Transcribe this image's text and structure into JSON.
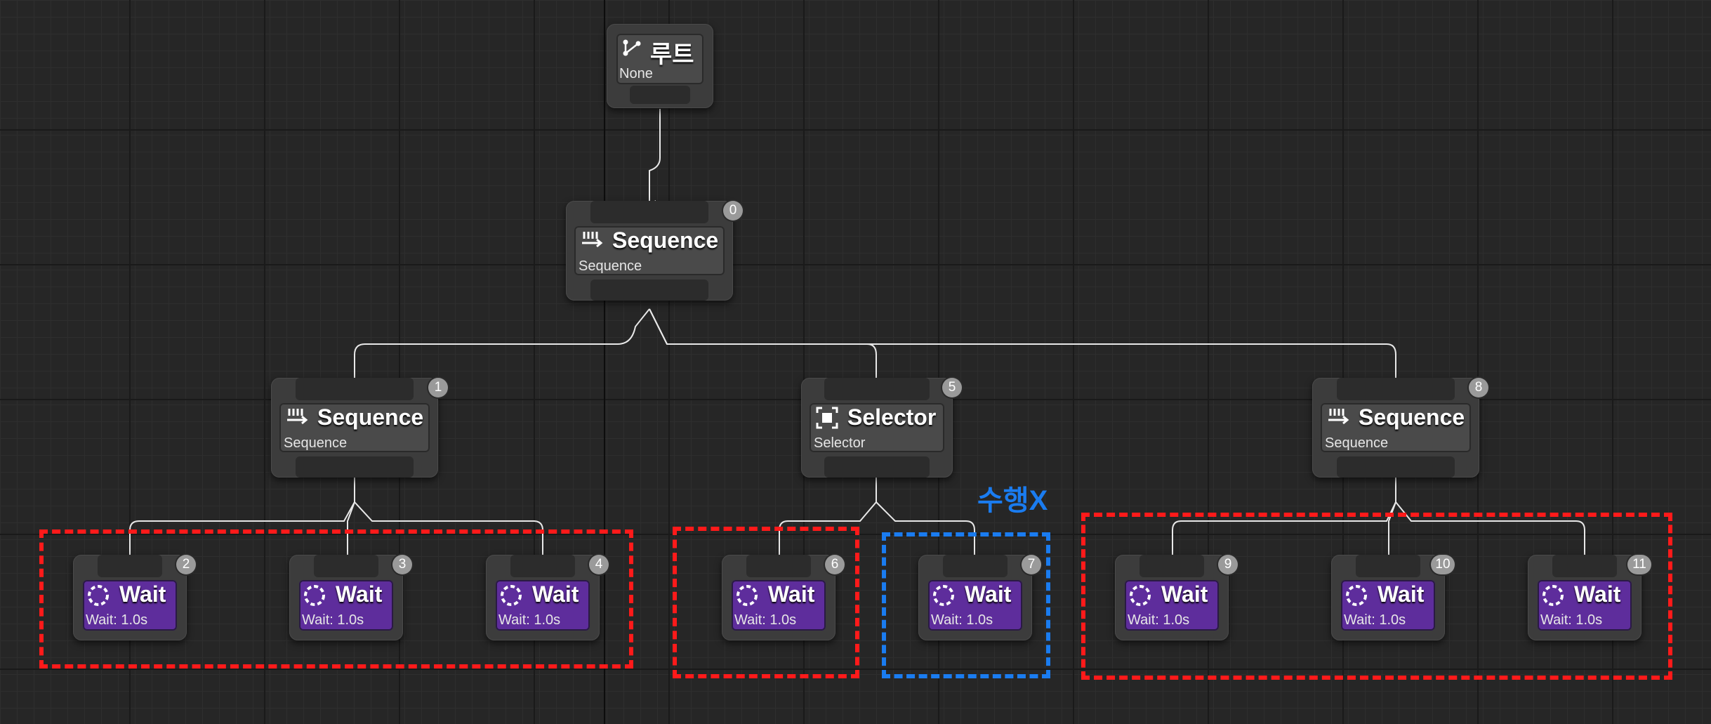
{
  "root": {
    "title": "루트",
    "subtitle": "None",
    "icon": "tree-icon"
  },
  "nodes": {
    "seq0": {
      "title": "Sequence",
      "subtitle": "Sequence",
      "index": "0",
      "icon": "sequence-icon"
    },
    "seq1": {
      "title": "Sequence",
      "subtitle": "Sequence",
      "index": "1",
      "icon": "sequence-icon"
    },
    "sel5": {
      "title": "Selector",
      "subtitle": "Selector",
      "index": "5",
      "icon": "selector-icon"
    },
    "seq8": {
      "title": "Sequence",
      "subtitle": "Sequence",
      "index": "8",
      "icon": "sequence-icon"
    }
  },
  "tasks": [
    {
      "title": "Wait",
      "subtitle": "Wait: 1.0s",
      "index": "2",
      "icon": "wait-icon"
    },
    {
      "title": "Wait",
      "subtitle": "Wait: 1.0s",
      "index": "3",
      "icon": "wait-icon"
    },
    {
      "title": "Wait",
      "subtitle": "Wait: 1.0s",
      "index": "4",
      "icon": "wait-icon"
    },
    {
      "title": "Wait",
      "subtitle": "Wait: 1.0s",
      "index": "6",
      "icon": "wait-icon"
    },
    {
      "title": "Wait",
      "subtitle": "Wait: 1.0s",
      "index": "7",
      "icon": "wait-icon"
    },
    {
      "title": "Wait",
      "subtitle": "Wait: 1.0s",
      "index": "9",
      "icon": "wait-icon"
    },
    {
      "title": "Wait",
      "subtitle": "Wait: 1.0s",
      "index": "10",
      "icon": "wait-icon"
    },
    {
      "title": "Wait",
      "subtitle": "Wait: 1.0s",
      "index": "11",
      "icon": "wait-icon"
    }
  ],
  "annotation": {
    "text": "수행X",
    "color": "#1a7cf0"
  },
  "colors": {
    "executed_group": "#ff1a1a",
    "skipped_group": "#1a7cf0",
    "task_node": "#5e2d9c",
    "composite_node": "#4a4a4a",
    "wire": "#e8e8e8"
  }
}
